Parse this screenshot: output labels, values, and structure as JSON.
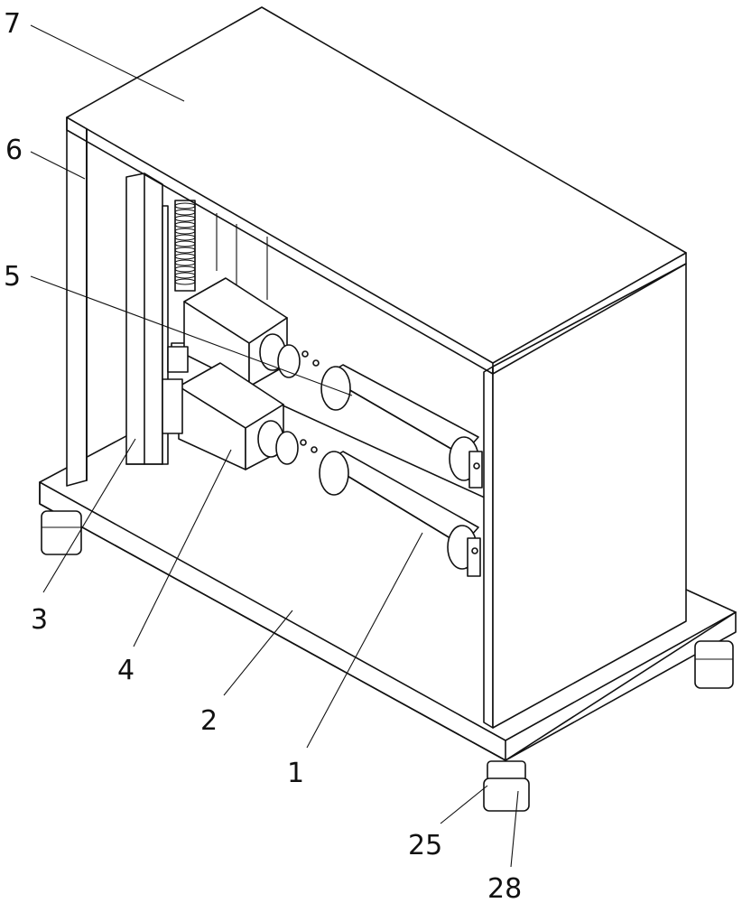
{
  "labels": {
    "l7": "7",
    "l6": "6",
    "l5": "5",
    "l3": "3",
    "l4": "4",
    "l2": "2",
    "l1": "1",
    "l25": "25",
    "l28": "28"
  }
}
